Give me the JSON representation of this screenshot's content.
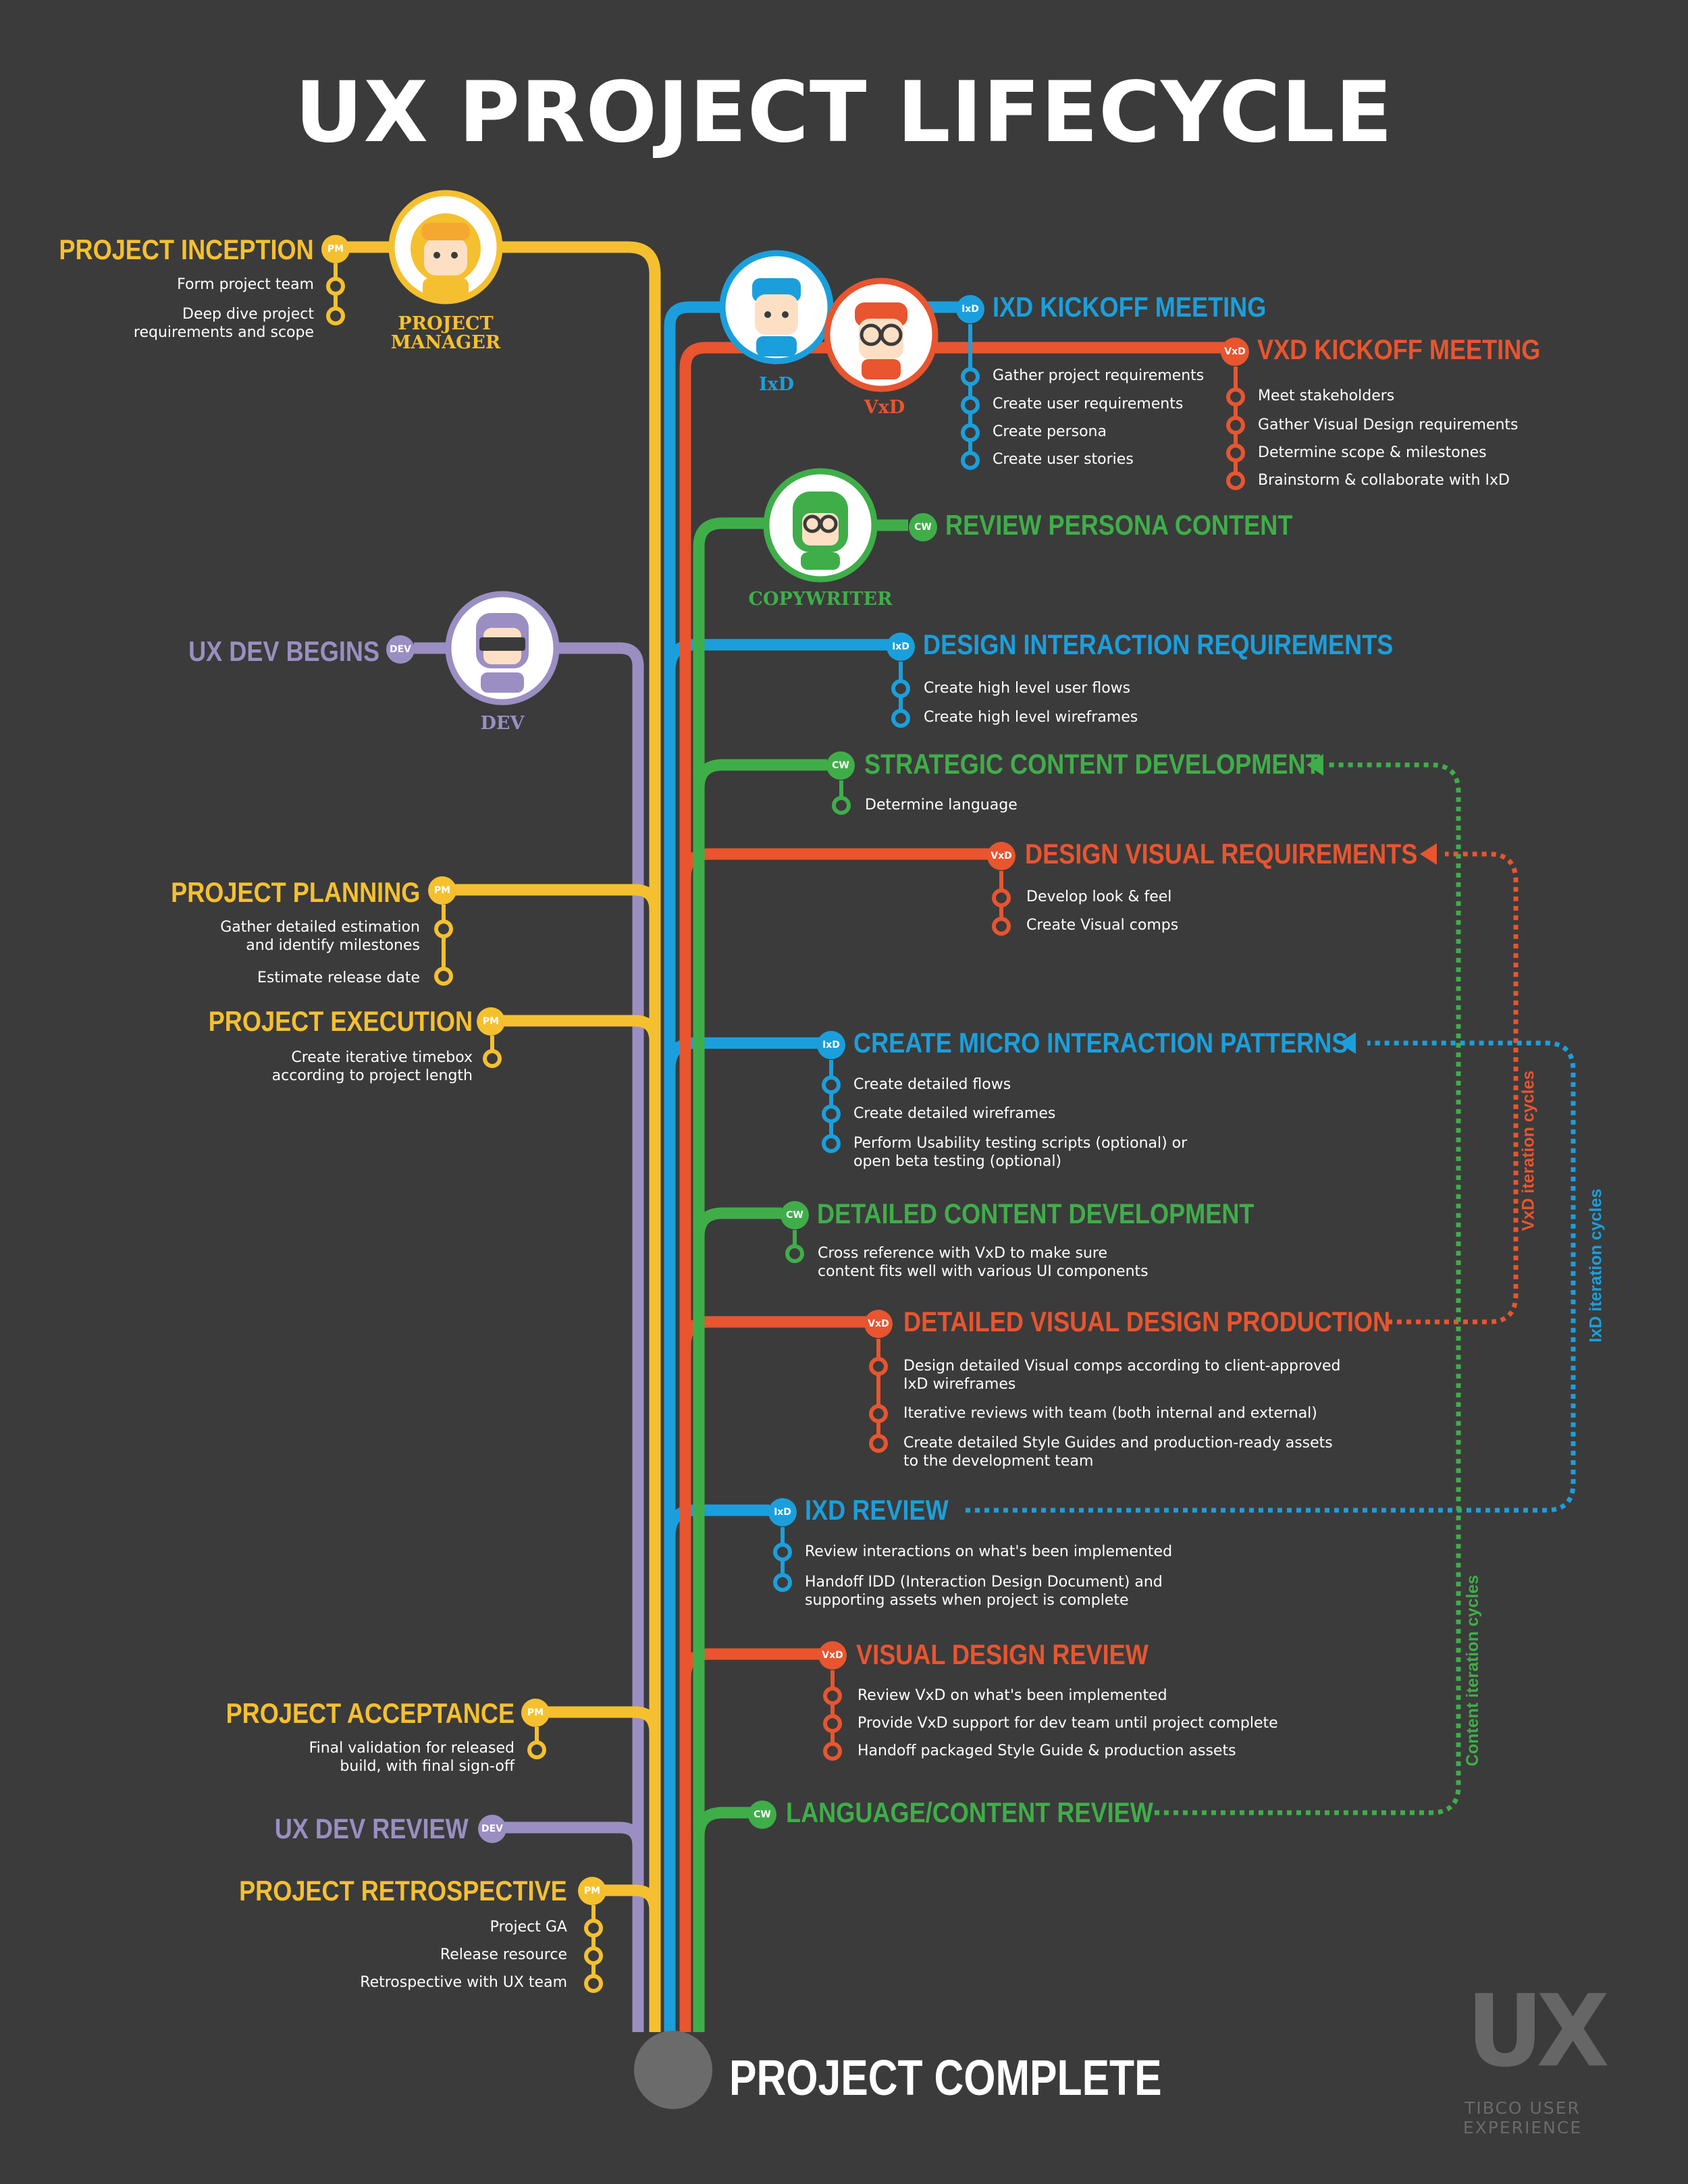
{
  "title": "UX PROJECT LIFECYCLE",
  "colors": {
    "background": "#3b3b3b",
    "pm": "#f5c030",
    "ixd": "#1b9fdc",
    "vxd": "#e8552f",
    "cw": "#3fae49",
    "dev": "#9b8ec2",
    "complete": "#6b6b6b"
  },
  "roles": {
    "pm": "PROJECT\nMANAGER",
    "ixd": "IxD",
    "vxd": "VxD",
    "cw": "COPYWRITER",
    "dev": "DEV"
  },
  "badges": {
    "pm": "PM",
    "ixd": "IxD",
    "vxd": "VxD",
    "cw": "CW",
    "dev": "DEV"
  },
  "left": {
    "inception": {
      "title": "PROJECT INCEPTION",
      "items": [
        "Form project team",
        "Deep dive project\nrequirements and scope"
      ]
    },
    "dev_begins": {
      "title": "UX DEV BEGINS"
    },
    "planning": {
      "title": "PROJECT PLANNING",
      "items": [
        "Gather detailed estimation\nand identify milestones",
        "Estimate release date"
      ]
    },
    "execution": {
      "title": "PROJECT EXECUTION",
      "items": [
        "Create iterative timebox\naccording to project length"
      ]
    },
    "acceptance": {
      "title": "PROJECT ACCEPTANCE",
      "items": [
        "Final validation for released\nbuild, with final sign-off"
      ]
    },
    "dev_review": {
      "title": "UX DEV REVIEW"
    },
    "retrospective": {
      "title": "PROJECT RETROSPECTIVE",
      "items": [
        "Project GA",
        "Release resource",
        "Retrospective with UX team"
      ]
    }
  },
  "right": {
    "ixd_kickoff": {
      "title": "IXD KICKOFF MEETING",
      "items": [
        "Gather project requirements",
        "Create user requirements",
        "Create persona",
        "Create user stories"
      ]
    },
    "vxd_kickoff": {
      "title": "VXD KICKOFF MEETING",
      "items": [
        "Meet stakeholders",
        "Gather Visual Design requirements",
        "Determine scope & milestones",
        "Brainstorm & collaborate with IxD"
      ]
    },
    "persona": {
      "title": "REVIEW PERSONA CONTENT"
    },
    "interaction_req": {
      "title": "DESIGN INTERACTION REQUIREMENTS",
      "items": [
        "Create high level user flows",
        "Create high level wireframes"
      ]
    },
    "strategic_content": {
      "title": "STRATEGIC CONTENT DEVELOPMENT",
      "items": [
        "Determine language"
      ]
    },
    "visual_req": {
      "title": "DESIGN VISUAL REQUIREMENTS",
      "items": [
        "Develop look & feel",
        "Create Visual comps"
      ]
    },
    "micro_patterns": {
      "title": "CREATE MICRO INTERACTION PATTERNS",
      "items": [
        "Create detailed flows",
        "Create detailed wireframes",
        "Perform Usability testing scripts (optional) or\nopen beta testing (optional)"
      ]
    },
    "detailed_content": {
      "title": "DETAILED CONTENT DEVELOPMENT",
      "items": [
        "Cross reference with VxD to make sure\ncontent fits well with various UI components"
      ]
    },
    "visual_production": {
      "title": "DETAILED VISUAL DESIGN PRODUCTION",
      "items": [
        "Design detailed Visual comps according to client-approved\nIxD wireframes",
        "Iterative reviews with team (both internal and external)",
        "Create detailed Style Guides and production-ready assets\nto the development team"
      ]
    },
    "ixd_review": {
      "title": "IXD REVIEW",
      "items": [
        "Review interactions on what's been implemented",
        "Handoff IDD (Interaction Design Document) and\nsupporting assets when project is complete"
      ]
    },
    "visual_review": {
      "title": "VISUAL DESIGN REVIEW",
      "items": [
        "Review VxD on what's been implemented",
        "Provide VxD support for dev team until project complete",
        "Handoff packaged Style Guide & production assets"
      ]
    },
    "language_review": {
      "title": "LANGUAGE/CONTENT REVIEW"
    }
  },
  "cycles": {
    "vxd": "VxD iteration cycles",
    "ixd": "IxD iteration cycles",
    "content": "Content iteration cycles"
  },
  "complete": "PROJECT COMPLETE",
  "brand": {
    "logo": "UX",
    "name": "TIBCO USER EXPERIENCE"
  }
}
